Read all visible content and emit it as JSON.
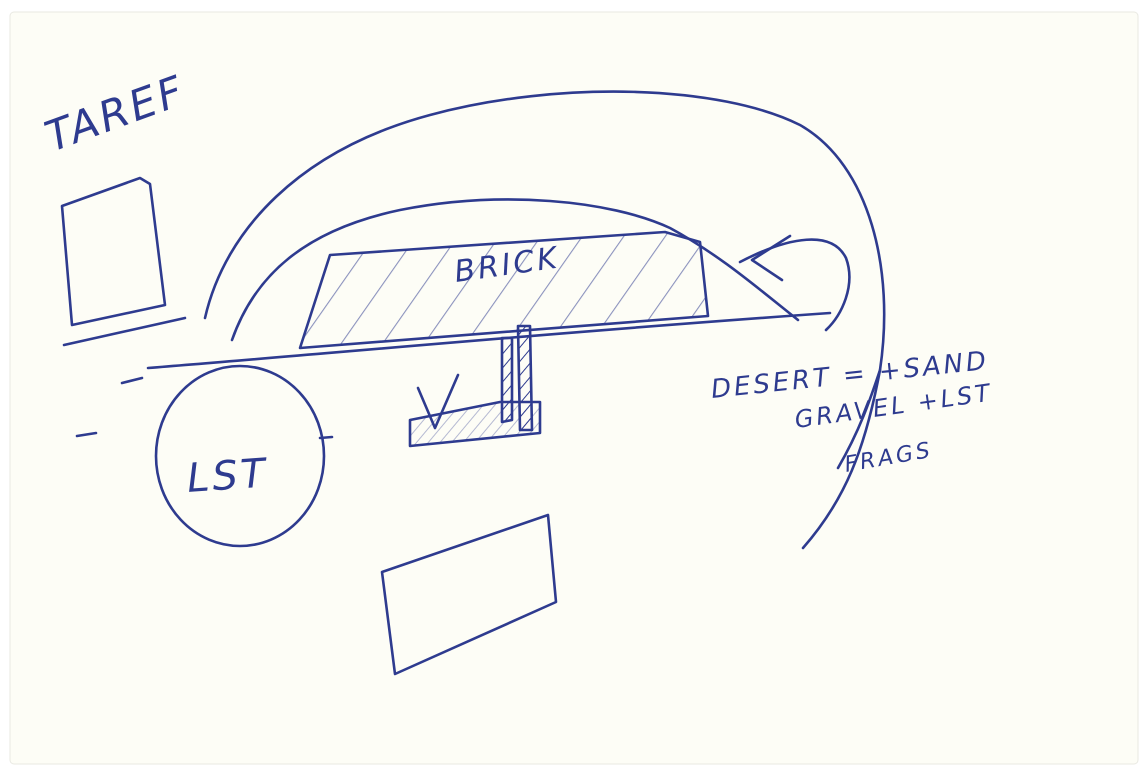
{
  "sketch": {
    "ink_color": "#2e3b8f",
    "paper_color": "#fdfdf6",
    "labels": {
      "taref": "TAREF",
      "brick": "BRICK",
      "lst": "LST",
      "desert_line1": "DESERT = +SAND",
      "desert_line2": "GRAVEL +LST",
      "desert_line3": "FRAGS",
      "v_mark": "V"
    }
  }
}
